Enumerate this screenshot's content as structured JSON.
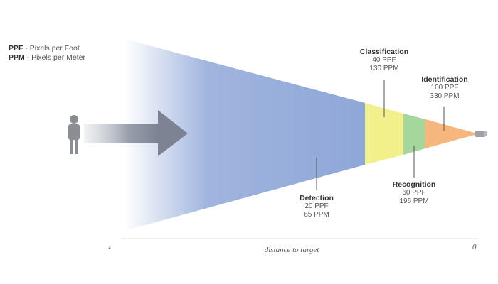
{
  "legend": {
    "ppf_key": "PPF",
    "ppf_desc": " - Pixels per Foot",
    "ppm_key": "PPM",
    "ppm_desc": " - Pixels per Meter"
  },
  "zones": [
    {
      "name": "Detection",
      "ppf": "20 PPF",
      "ppm": "65 PPM",
      "color": "#8fa7d8"
    },
    {
      "name": "Classification",
      "ppf": "40 PPF",
      "ppm": "130 PPM",
      "color": "#f1f08a"
    },
    {
      "name": "Recognition",
      "ppf": "60 PPF",
      "ppm": "196 PPM",
      "color": "#a5d69b"
    },
    {
      "name": "Identification",
      "ppf": "100 PPF",
      "ppm": "330 PPM",
      "color": "#f5b77e"
    }
  ],
  "axis": {
    "left_label": "z",
    "right_label": "0",
    "title": "distance to target"
  },
  "icons": {
    "person": "person-icon",
    "arrow": "direction-arrow-icon",
    "camera": "camera-icon"
  }
}
